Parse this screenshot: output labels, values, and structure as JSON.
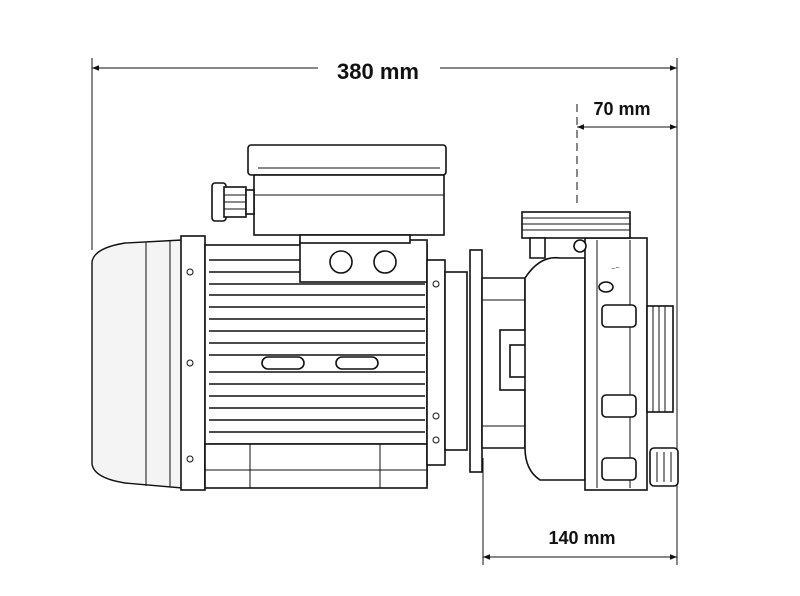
{
  "dimensions": {
    "overall_length": "380 mm",
    "inlet_offset": "70 mm",
    "pump_head_length": "140 mm"
  },
  "colors": {
    "line": "#111111",
    "background": "#ffffff"
  }
}
